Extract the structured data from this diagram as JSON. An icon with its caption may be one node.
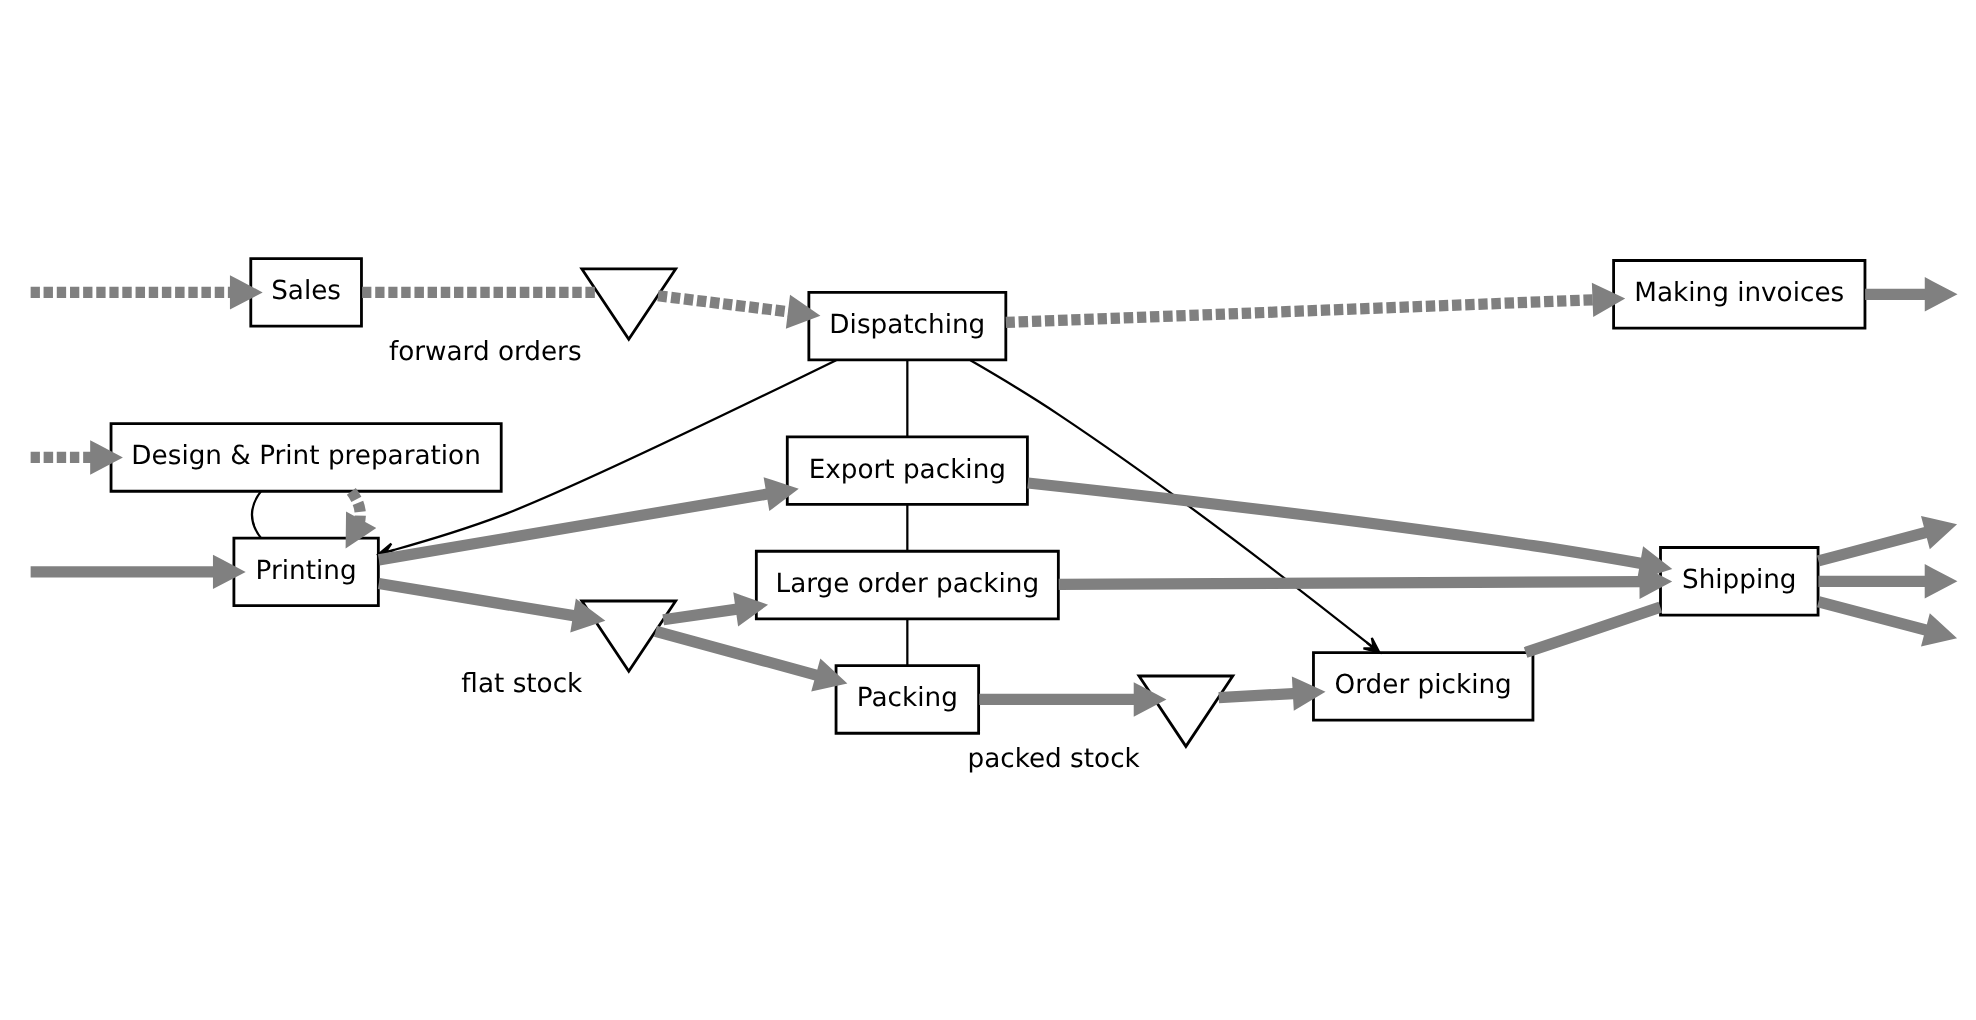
{
  "diagram": {
    "nodes": [
      {
        "text": [
          "Sales"
        ]
      },
      {
        "text": [],
        "shape": "triangle",
        "beside": [
          "forward orders"
        ]
      },
      {
        "text": [
          "Dispatching"
        ]
      },
      {
        "text": [
          "Making invoices"
        ]
      },
      {
        "text": [
          "Export packing"
        ]
      },
      {
        "text": [
          "Printing"
        ]
      },
      {
        "text": [],
        "shape": "triangle",
        "beside": [
          "flat stock"
        ]
      },
      {
        "text": [
          "Large order packing"
        ]
      },
      {
        "text": [
          "Shipping"
        ]
      },
      {
        "text": [
          "Packing"
        ]
      },
      {
        "text": [],
        "shape": "triangle",
        "beside": [
          "packed stock"
        ]
      },
      {
        "text": [
          "Order picking"
        ]
      },
      {
        "text": [
          "Design & Print preparation"
        ]
      }
    ],
    "edges": [
      {
        "from": null,
        "to": 0,
        "arrow": "to",
        "style": "dashed"
      },
      {
        "from": 0,
        "to": 1,
        "arrow": "none",
        "style": "dashed"
      },
      {
        "from": 1,
        "to": 2,
        "arrow": "to",
        "style": "dashed"
      },
      {
        "from": 2,
        "to": 3,
        "arrow": "to",
        "style": "dashed"
      },
      {
        "from": 3,
        "to": null,
        "arrow": "to"
      },
      {
        "from": 2,
        "to": 5,
        "arrow": "to",
        "color": "#000000"
      },
      {
        "from": 2,
        "to": 11,
        "arrow": "to",
        "color": "#000000"
      },
      {
        "from": 2,
        "to": 4,
        "arrow": "none",
        "color": "#000000"
      },
      {
        "from": 4,
        "to": 7,
        "arrow": "none",
        "color": "#000000"
      },
      {
        "from": 7,
        "to": 9,
        "arrow": "none",
        "color": "#000000"
      },
      {
        "from": null,
        "to": 5,
        "arrow": "to"
      },
      {
        "from": 5,
        "to": 4,
        "arrow": "to"
      },
      {
        "from": 5,
        "to": 6,
        "arrow": "to"
      },
      {
        "from": 6,
        "to": 7,
        "arrow": "to"
      },
      {
        "from": 6,
        "to": 9,
        "arrow": "to"
      },
      {
        "from": 4,
        "to": 8,
        "arrow": "to"
      },
      {
        "from": 7,
        "to": 8,
        "arrow": "to"
      },
      {
        "from": 9,
        "to": 10,
        "arrow": "to"
      },
      {
        "from": 10,
        "to": 11,
        "arrow": "to"
      },
      {
        "from": 11,
        "to": 8,
        "arrow": "none"
      },
      {
        "from": 8,
        "to": null,
        "arrow": "to"
      },
      {
        "from": 8,
        "to": null,
        "arrow": "to"
      },
      {
        "from": 8,
        "to": null,
        "arrow": "to"
      },
      {
        "from": null,
        "to": 12,
        "arrow": "to",
        "style": "dashed"
      },
      {
        "from": 12,
        "to": 5,
        "arrow": "to",
        "style": "dashed"
      },
      {
        "from": 12,
        "to": 5,
        "arrow": "none",
        "color": "#000000"
      }
    ]
  }
}
